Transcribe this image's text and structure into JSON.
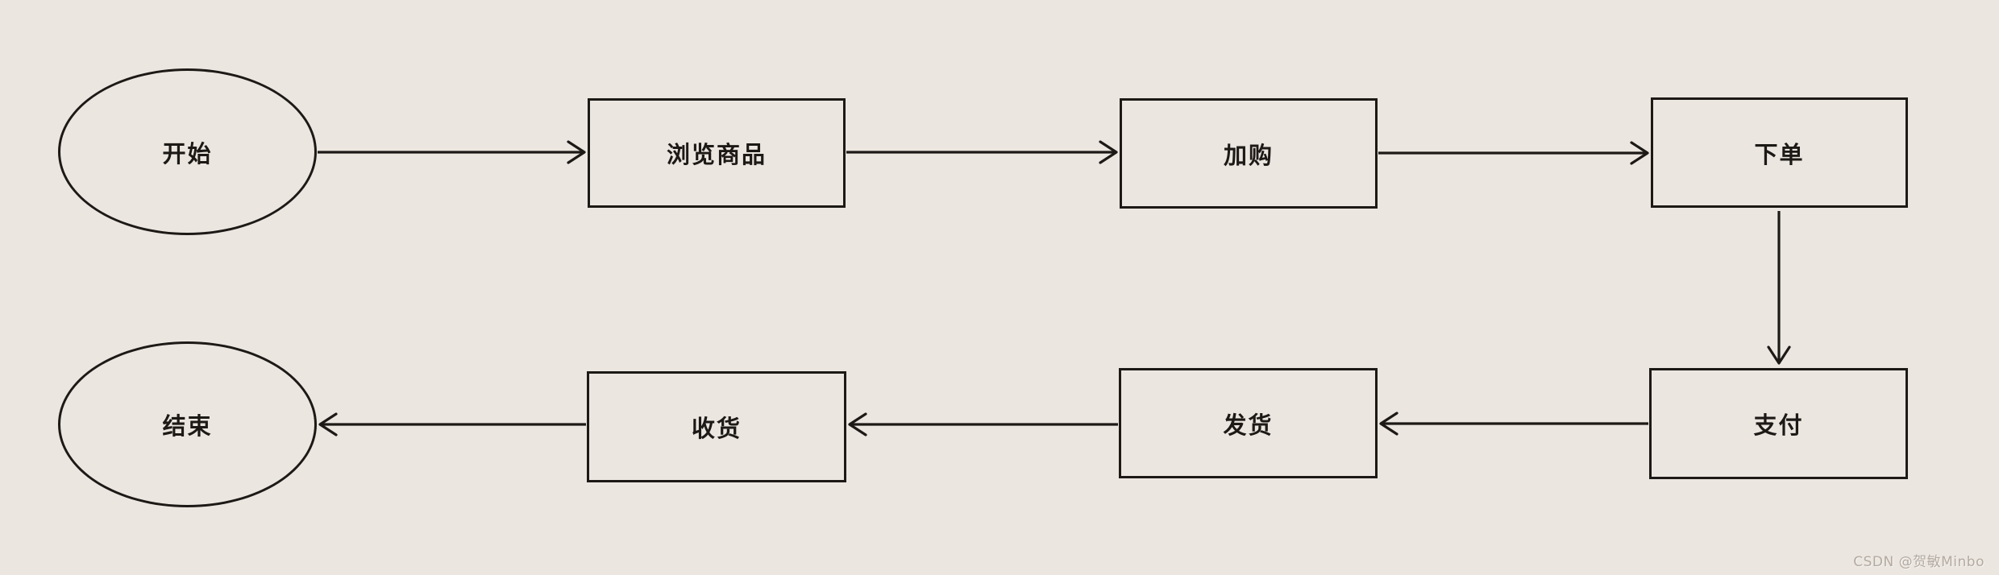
{
  "diagram": {
    "type": "flowchart",
    "colors": {
      "background": "#ece6e0",
      "stroke": "#1c1916",
      "text": "#1c1916",
      "watermark": "#b3aaa1"
    },
    "nodes": [
      {
        "id": "start",
        "shape": "ellipse",
        "label": "开始"
      },
      {
        "id": "browse",
        "shape": "rect",
        "label": "浏览商品"
      },
      {
        "id": "cart",
        "shape": "rect",
        "label": "加购"
      },
      {
        "id": "order",
        "shape": "rect",
        "label": "下单"
      },
      {
        "id": "pay",
        "shape": "rect",
        "label": "支付"
      },
      {
        "id": "ship",
        "shape": "rect",
        "label": "发货"
      },
      {
        "id": "receive",
        "shape": "rect",
        "label": "收货"
      },
      {
        "id": "end",
        "shape": "ellipse",
        "label": "结束"
      }
    ],
    "edges": [
      {
        "from": "开始",
        "to": "浏览商品",
        "direction": "right"
      },
      {
        "from": "浏览商品",
        "to": "加购",
        "direction": "right"
      },
      {
        "from": "加购",
        "to": "下单",
        "direction": "right"
      },
      {
        "from": "下单",
        "to": "支付",
        "direction": "down"
      },
      {
        "from": "支付",
        "to": "发货",
        "direction": "left"
      },
      {
        "from": "发货",
        "to": "收货",
        "direction": "left"
      },
      {
        "from": "收货",
        "to": "结束",
        "direction": "left"
      }
    ]
  },
  "watermark": {
    "text": "CSDN @贺敏Minbo"
  }
}
